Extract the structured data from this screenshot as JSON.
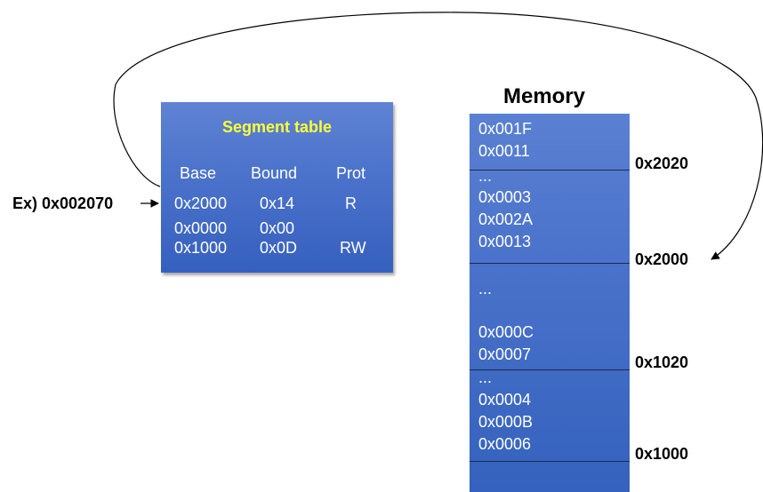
{
  "example_label": "Ex) 0x002070",
  "segment_table": {
    "title": "Segment table",
    "headers": [
      "Base",
      "Bound",
      "Prot"
    ],
    "rows": [
      {
        "base": "0x2000",
        "bound": "0x14",
        "prot": "R"
      },
      {
        "base": "0x0000",
        "bound": "0x00",
        "prot": ""
      },
      {
        "base": "0x1000",
        "bound": "0x0D",
        "prot": "RW"
      }
    ]
  },
  "memory": {
    "title": "Memory",
    "cells": [
      "0x001F",
      "0x0011",
      "...",
      "0x0003",
      "0x002A",
      "0x0013",
      "...",
      "0x000C",
      "0x0007",
      "...",
      "0x0004",
      "0x000B",
      "0x0006"
    ],
    "addresses": [
      "0x2020",
      "0x2000",
      "0x1020",
      "0x1000"
    ]
  },
  "colors": {
    "table_fill": "#4a72cb",
    "title_yellow": "#ffff33",
    "text_white": "#ffffff"
  }
}
